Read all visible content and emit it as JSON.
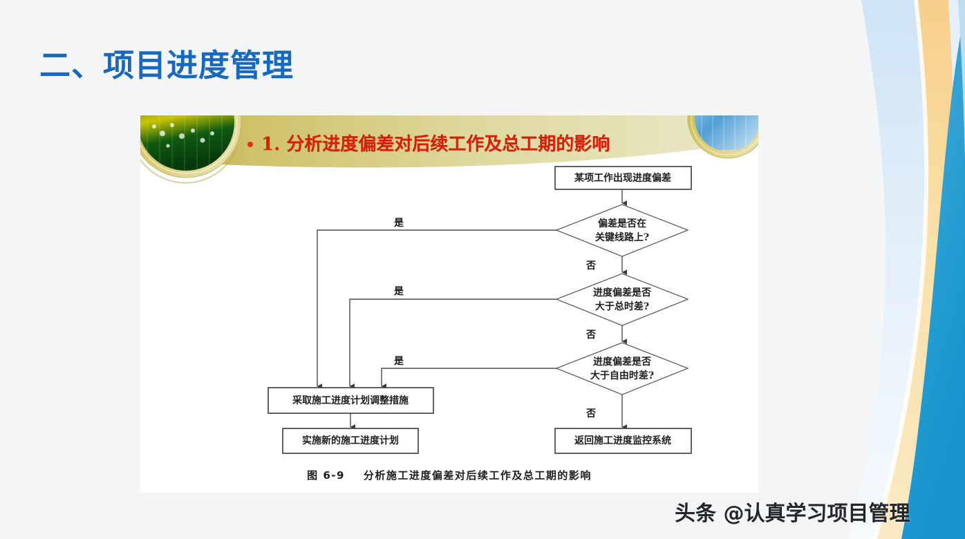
{
  "slide": {
    "title": "二、项目进度管理",
    "title_color": "#1769c0",
    "background_color": "#f4f5f6"
  },
  "inner_slide": {
    "heading_bullet": "•",
    "heading": "1. 分析进度偏差对后续工作及总工期的影响",
    "heading_color": "#d81e06",
    "caption": "图 6-9    分析施工进度偏差对后续工作及总工期的影响"
  },
  "flowchart": {
    "type": "flowchart",
    "nodes": [
      {
        "id": "start",
        "shape": "rect",
        "text": "某项工作出现进度偏差"
      },
      {
        "id": "d1",
        "shape": "diamond",
        "text_line1": "偏差是否在",
        "text_line2": "关键线路上?"
      },
      {
        "id": "d2",
        "shape": "diamond",
        "text_line1": "进度偏差是否",
        "text_line2": "大于总时差?"
      },
      {
        "id": "d3",
        "shape": "diamond",
        "text_line1": "进度偏差是否",
        "text_line2": "大于自由时差?"
      },
      {
        "id": "adjust",
        "shape": "rect",
        "text": "采取施工进度计划调整措施"
      },
      {
        "id": "newplan",
        "shape": "rect",
        "text": "实施新的施工进度计划"
      },
      {
        "id": "back",
        "shape": "rect",
        "text": "返回施工进度监控系统"
      }
    ],
    "edge_labels": {
      "yes": "是",
      "no": "否"
    },
    "edges": [
      {
        "from": "start",
        "to": "d1",
        "label": ""
      },
      {
        "from": "d1",
        "to": "adjust",
        "label": "是"
      },
      {
        "from": "d1",
        "to": "d2",
        "label": "否"
      },
      {
        "from": "d2",
        "to": "adjust",
        "label": "是"
      },
      {
        "from": "d2",
        "to": "d3",
        "label": "否"
      },
      {
        "from": "d3",
        "to": "adjust",
        "label": "是"
      },
      {
        "from": "d3",
        "to": "back",
        "label": "否"
      },
      {
        "from": "adjust",
        "to": "newplan",
        "label": ""
      }
    ]
  },
  "watermark": {
    "text": "头条 @认真学习项目管理"
  }
}
